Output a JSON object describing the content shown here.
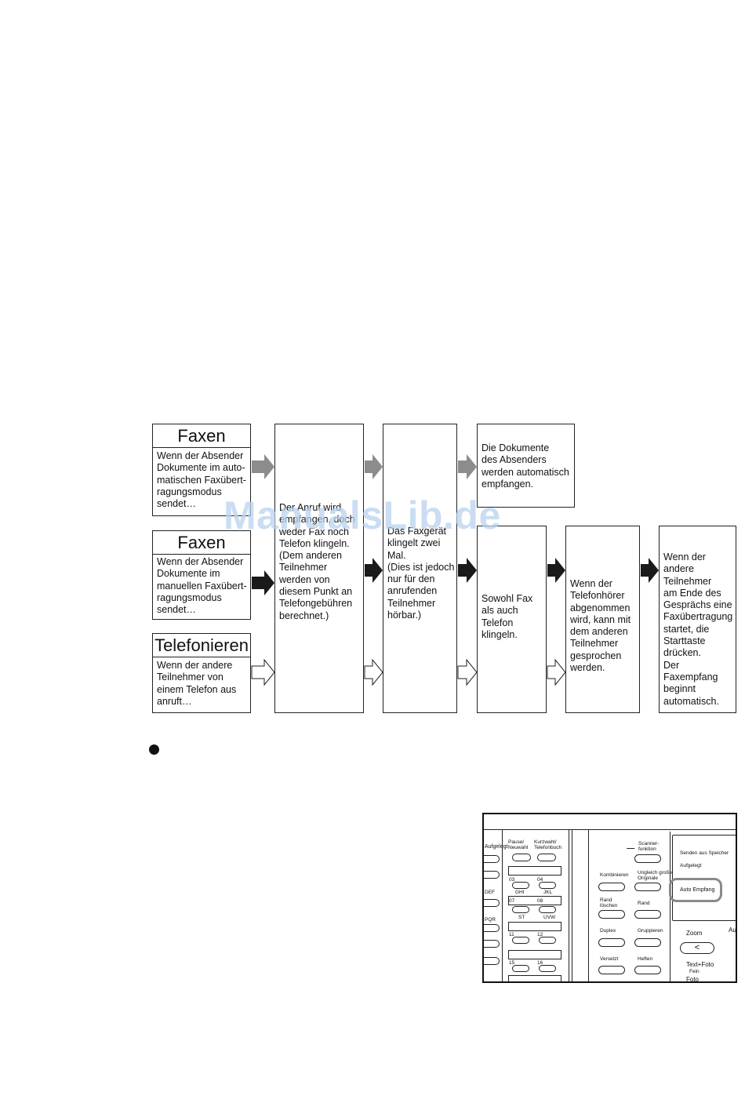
{
  "watermark": "ManualsLib.de",
  "sources": [
    {
      "title": "Faxen",
      "text": "Wenn der Absender\nDokumente im auto-\nmatischen Faxübert-\nragungsmodus\nsendet…"
    },
    {
      "title": "Faxen",
      "text": "Wenn der Absender\nDokumente im\nmanuellen Faxübert-\nragungsmodus\nsendet…"
    },
    {
      "title": "Telefonieren",
      "text": "Wenn der andere\nTeilnehmer von\neinem Telefon aus\nanruft…"
    }
  ],
  "steps": {
    "call_received": "Der Anruf wird\nempfangen, doch\nweder Fax noch\nTelefon klingeln.\n(Dem anderen\nTeilnehmer\nwerden von\ndiesem Punkt an\nTelefongebühren\nberechnet.)",
    "fax_rings": "Das Faxgerät\nklingelt zwei\nMal.\n(Dies ist jedoch\nnur für den\nanrufenden\nTeilnehmer\nhörbar.)",
    "auto_received": "Die Dokumente\ndes Absenders\nwerden automatisch\nempfangen.",
    "both_ring": "Sowohl Fax\nals auch\nTelefon\nklingeln.",
    "handset_lifted": "Wenn der\nTelefonhörer\nabgenommen\nwird, kann mit\ndem anderen\nTeilnehmer\ngesprochen\nwerden.",
    "press_start": "Wenn der\nandere\nTeilnehmer\nam Ende des\nGesprächs eine\nFaxübertragung\nstartet, die\nStarttaste\ndrücken.\nDer Faxempfang\nbeginnt\nautomatisch."
  },
  "arrow_colors": {
    "auto": "#8c8c8c",
    "manual": "#1a1a1a",
    "phone": "#ffffff"
  },
  "panel": {
    "left_labels": {
      "aufgelegt": "Aufgelegt",
      "pause": "Pause/\nNeuwahl",
      "kurzwahl": "Kurzwahl/\nTelefonbuch",
      "def": "DEF",
      "pqr": "PQR",
      "r1": "03",
      "r2": "04",
      "ghi": "GHI",
      "jkl": "JKL",
      "r3": "07",
      "r4": "08",
      "st": "ST",
      "uvw": "UVW",
      "r5": "11",
      "r6": "12",
      "r7": "15",
      "r8": "16"
    },
    "mid_labels": {
      "scanner": "Scanner-\nfunktion",
      "kombinieren": "Kombinieren",
      "ungleich": "Ungleich große\nOriginale",
      "rand_loeschen": "Rand\nlöschen",
      "rand": "Rand",
      "duplex": "Duplex",
      "gruppieren": "Gruppieren",
      "versetzt": "Versetzt",
      "heften": "Heften"
    },
    "right_labels": {
      "senden": "Senden aus Speicher",
      "aufgelegt": "Aufgelegt",
      "auto_empfang": "Auto Empfang",
      "zoom": "Zoom",
      "zoom_key": "<",
      "au": "Au",
      "text_foto": "Text+Foto",
      "fein": "Fein",
      "foto": "Foto"
    }
  }
}
